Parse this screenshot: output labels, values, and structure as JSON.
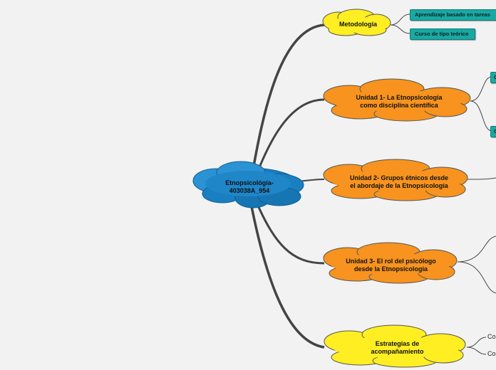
{
  "root": {
    "label": "Etnopsicológía-\n403038A_954",
    "color": "#1a7fc1"
  },
  "branches": [
    {
      "label": "Metodología",
      "color": "#ffee22",
      "subtopics": [
        "Aprendizaje basado en tareas",
        "Curso de tipo teórico"
      ]
    },
    {
      "label": "Unidad 1- La Etnopsicología\ncomo disciplina científica",
      "color": "#f7931e",
      "subtopic_tabs": [
        "C",
        "C"
      ]
    },
    {
      "label": "Unidad 2- Grupos étnicos desde\nel abordaje de la Etnopsicología",
      "color": "#f7931e"
    },
    {
      "label": "Unidad 3- El rol del psicólogo\ndesde la Etnopsicología",
      "color": "#f7931e"
    },
    {
      "label": "Estrategias de\nacompañamiento",
      "color": "#ffee22",
      "leaves": [
        "Co",
        "Co"
      ]
    }
  ],
  "colors": {
    "subtopic_fill": "#19a9a3",
    "connector": "#444444",
    "background": "#f2f2f2"
  }
}
